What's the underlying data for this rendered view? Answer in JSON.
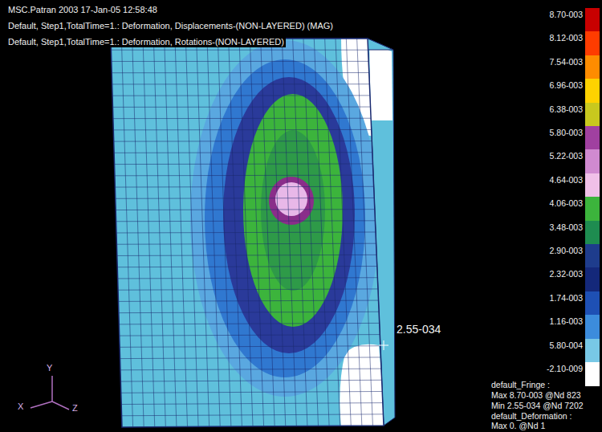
{
  "diagram": {
    "labels": [
      "MSC.Patran 2003 17-Jan-05 12:58:48",
      "Default, Step1,TotalTime=1.: Deformation, Displacements-(NON-LAYERED) (MAG)",
      "Default, Step1,TotalTime=1.: Deformation, Rotations-(NON-LAYERED)",
      "2.55-034",
      "Y",
      "X",
      "Z",
      "default_Fringe :",
      "Max 8.70-003 @Nd 823",
      "Min 2.55-034 @Nd 7202",
      "default_Deformation :",
      "Max 0. @Nd 1"
    ],
    "legend": [
      {
        "text": "8.70-003",
        "color": "#c80000"
      },
      {
        "text": "8.12-003",
        "color": "#ff3c00"
      },
      {
        "text": "7.54-003",
        "color": "#ff8c00"
      },
      {
        "text": "6.96-003",
        "color": "#ffd200"
      },
      {
        "text": "6.38-003",
        "color": "#c8c81e"
      },
      {
        "text": "5.80-003",
        "color": "#a040a0"
      },
      {
        "text": "5.22-003",
        "color": "#d08ad0"
      },
      {
        "text": "4.64-003",
        "color": "#f0c0e8"
      },
      {
        "text": "4.06-003",
        "color": "#3cb43c"
      },
      {
        "text": "3.48-003",
        "color": "#1e8c50"
      },
      {
        "text": "2.90-003",
        "color": "#1e3c8c"
      },
      {
        "text": "2.32-003",
        "color": "#14287a"
      },
      {
        "text": "1.74-003",
        "color": "#1e50b4"
      },
      {
        "text": "1.16-003",
        "color": "#3c8cdc"
      },
      {
        "text": "5.80-004",
        "color": "#78c8e6"
      },
      {
        "text": "-2.10-009",
        "color": "#ffffff"
      }
    ]
  }
}
